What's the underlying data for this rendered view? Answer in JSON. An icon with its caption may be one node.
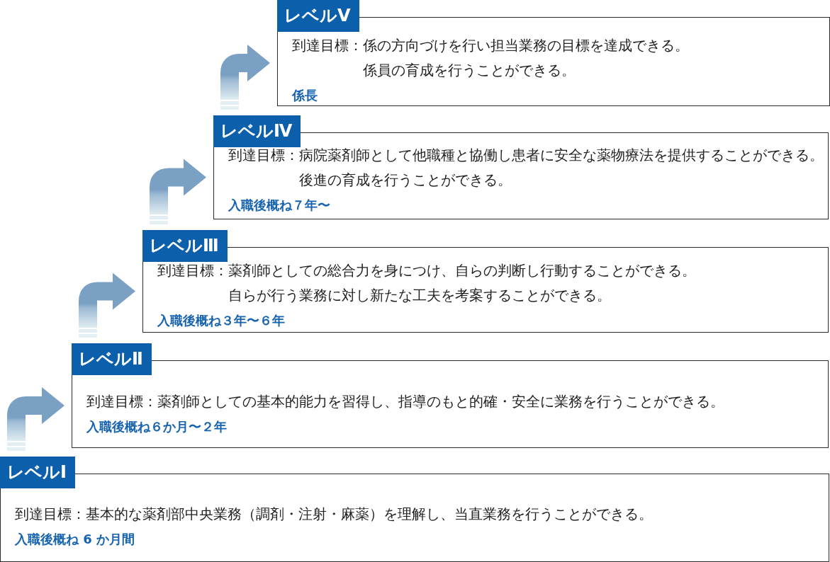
{
  "diagram": {
    "nodes": [
      {
        "text": [
          "レベルⅤ",
          "到達目標：",
          "係の方向づけを行い担当業務の目標を達成できる。",
          "係員の育成を行うことができる。",
          "係長"
        ]
      },
      {
        "text": [
          "レベルⅣ",
          "到達目標：",
          "病院薬剤師として他職種と協働し患者に安全な薬物療法を提供することができる。",
          "後進の育成を行うことができる。",
          "入職後概ね７年〜"
        ]
      },
      {
        "text": [
          "レベルⅢ",
          "到達目標：",
          "薬剤師としての総合力を身につけ、自らの判断し行動することができる。",
          "自らが行う業務に対し新たな工夫を考案することができる。",
          "入職後概ね３年〜６年"
        ]
      },
      {
        "text": [
          "レベルⅡ",
          "到達目標：",
          "薬剤師としての基本的能力を習得し、指導のもと的確・安全に業務を行うことができる。",
          "入職後概ね６か月〜２年"
        ]
      },
      {
        "text": [
          "レベルⅠ",
          "到達目標：",
          "基本的な薬剤部中央業務（調剤・注射・麻薬）を理解し、当直業務を行うことができる。",
          "入職後概ね 6 か月間"
        ]
      }
    ],
    "edges": [
      {
        "from": 4,
        "to": 3,
        "arrow": "to"
      },
      {
        "from": 3,
        "to": 2,
        "arrow": "to"
      },
      {
        "from": 2,
        "to": 1,
        "arrow": "to"
      },
      {
        "from": 1,
        "to": 0,
        "arrow": "to"
      }
    ]
  }
}
